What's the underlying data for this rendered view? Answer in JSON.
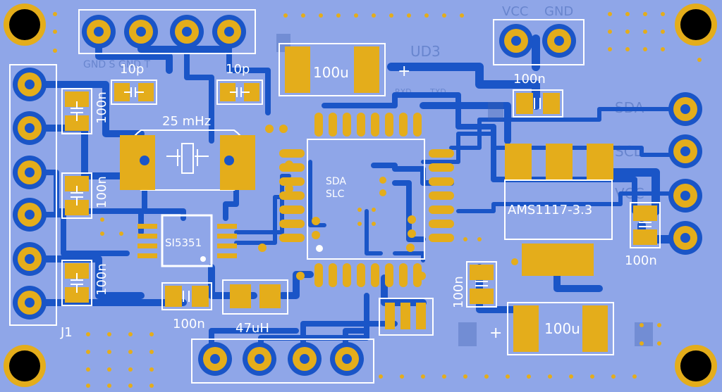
{
  "board": {
    "colors": {
      "substrate": "#8fa6e8",
      "trace": "#1a55c7",
      "copper_pad": "#e4ad1b",
      "silkscreen": "#ffffff",
      "hole": "#000000"
    }
  },
  "labels": {
    "cap_10p_left": "10p",
    "cap_10p_right": "10p",
    "crystal": "25 mHz",
    "cap_100u_top": "100u",
    "plus_top": "+",
    "cap_100n_top_right": "100n",
    "cap_100n_left_1": "100n",
    "cap_100n_left_2": "100n",
    "cap_100n_left_3": "100n",
    "sda": "SDA",
    "slc": "SLC",
    "regulator": "AMS1117-3.3",
    "cap_100n_right": "100n",
    "ic_clock": "SI5351",
    "cap_100n_bottom": "100n",
    "inductor": "47uH",
    "cap_100n_mid": "100n",
    "cap_100u_bottom": "100u",
    "plus_bottom": "+",
    "connector_j1": "J1"
  },
  "ghost_labels": {
    "vcc": "VCC",
    "gnd": "GND",
    "ud3": "UD3",
    "gnd_s_gnd_t": "GND S GND T",
    "rxd": "RXD",
    "txd": "TXD",
    "sda_right": "SDA",
    "scl_right": "SCL",
    "vcc_right": "VCC"
  },
  "icons": {
    "mounting_hole": "mounting-hole-icon",
    "crystal": "crystal-icon",
    "capacitor": "capacitor-icon",
    "through_hole_pad": "through-hole-pad-icon"
  }
}
